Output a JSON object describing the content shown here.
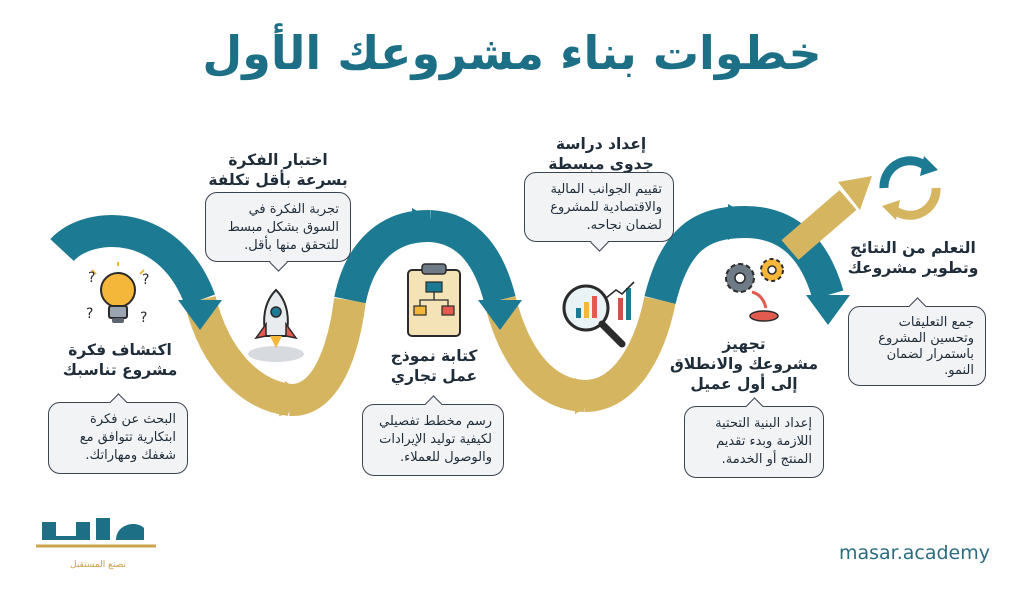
{
  "title": "خطوات بناء مشروعك الأول",
  "steps": [
    {
      "title_lines": [
        "اكتشاف فكرة",
        "مشروع تناسبك"
      ],
      "desc_lines": [
        "البحث عن فكرة",
        "ابتكارية تتوافق مع",
        "شغفك ومهاراتك."
      ],
      "icon": "lightbulb-icon"
    },
    {
      "title_lines": [
        "اختبار الفكرة",
        "بسرعة بأقل تكلفة"
      ],
      "desc_lines": [
        "تجربة الفكرة في",
        "السوق بشكل مبسط",
        "للتحقق منها بأقل."
      ],
      "icon": "rocket-icon"
    },
    {
      "title_lines": [
        "كتابة نموذج",
        "عمل تجاري"
      ],
      "desc_lines": [
        "رسم مخطط تفصيلي",
        "لكيفية توليد الإيرادات",
        "والوصول للعملاء."
      ],
      "icon": "clipboard-flowchart-icon"
    },
    {
      "title_lines": [
        "إعداد دراسة",
        "جدوى مبسطة"
      ],
      "desc_lines": [
        "تقييم الجوانب المالية",
        "والاقتصادية للمشروع",
        "لضمان نجاحه."
      ],
      "icon": "magnifier-chart-icon"
    },
    {
      "title_lines": [
        "تجهيز",
        "مشروعك والانطلاق",
        "إلى أول عميل"
      ],
      "desc_lines": [
        "إعداد البنية التحتية",
        "اللازمة وبدء تقديم",
        "المنتج أو الخدمة."
      ],
      "icon": "gears-button-icon"
    },
    {
      "title_lines": [
        "التعلم من النتائج",
        "وتطوير مشروعك"
      ],
      "desc_lines": [
        "جمع التعليقات",
        "وتحسين المشروع",
        "باستمرار لضمان",
        "النمو."
      ],
      "icon": "cycle-arrows-icon"
    }
  ],
  "brand": {
    "logo_text": "مسار",
    "tagline": "نصنع المستقبل",
    "website": "masar.academy"
  },
  "colors": {
    "title": "#1d6f86",
    "teal": "#1d7a93",
    "gold": "#d6b560",
    "bubble_fill": "#f2f3f5",
    "bubble_border": "#3a4350"
  }
}
